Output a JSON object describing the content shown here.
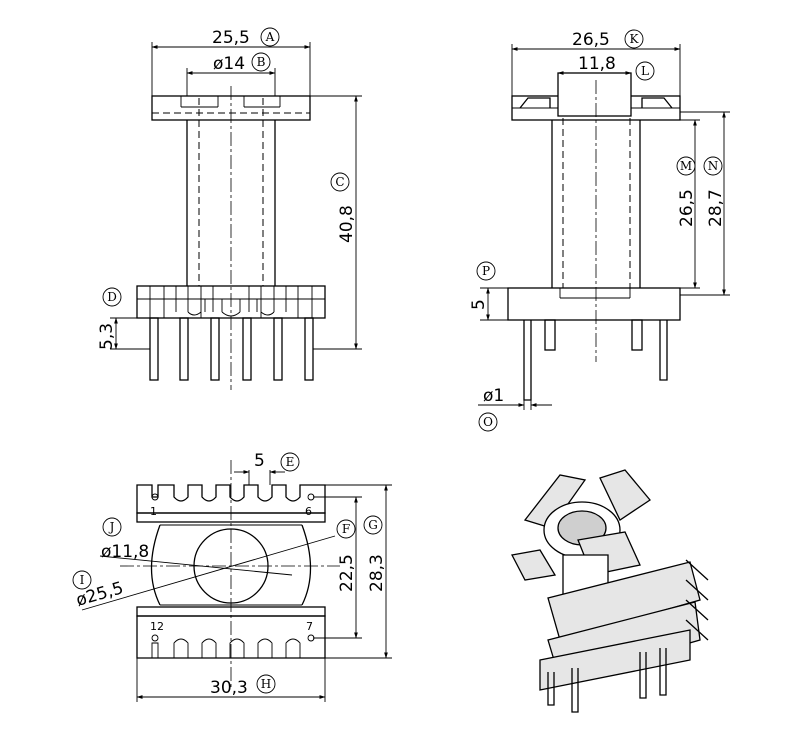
{
  "front_view": {
    "dim_a": {
      "value": "25,5",
      "tag": "A"
    },
    "dim_b": {
      "value": "ø14",
      "tag": "B"
    },
    "dim_c": {
      "value": "40,8",
      "tag": "C"
    },
    "dim_d": {
      "value": "5,3",
      "tag": "D"
    }
  },
  "side_view": {
    "dim_k": {
      "value": "26,5",
      "tag": "K"
    },
    "dim_l": {
      "value": "11,8",
      "tag": "L"
    },
    "dim_m": {
      "value": "26,5",
      "tag": "M"
    },
    "dim_n": {
      "value": "28,7",
      "tag": "N"
    },
    "dim_p": {
      "value": "5",
      "tag": "P"
    },
    "dim_o": {
      "value": "ø1",
      "tag": "O"
    }
  },
  "top_view": {
    "dim_e": {
      "value": "5",
      "tag": "E"
    },
    "dim_f": {
      "value": "22,5",
      "tag": "F"
    },
    "dim_g": {
      "value": "28,3",
      "tag": "G"
    },
    "dim_h": {
      "value": "30,3",
      "tag": "H"
    },
    "dim_i": {
      "value": "ø25,5",
      "tag": "I"
    },
    "dim_j": {
      "value": "ø11,8",
      "tag": "J"
    },
    "pin_labels": {
      "p1": "1",
      "p6": "6",
      "p12": "12",
      "p7": "7"
    }
  }
}
